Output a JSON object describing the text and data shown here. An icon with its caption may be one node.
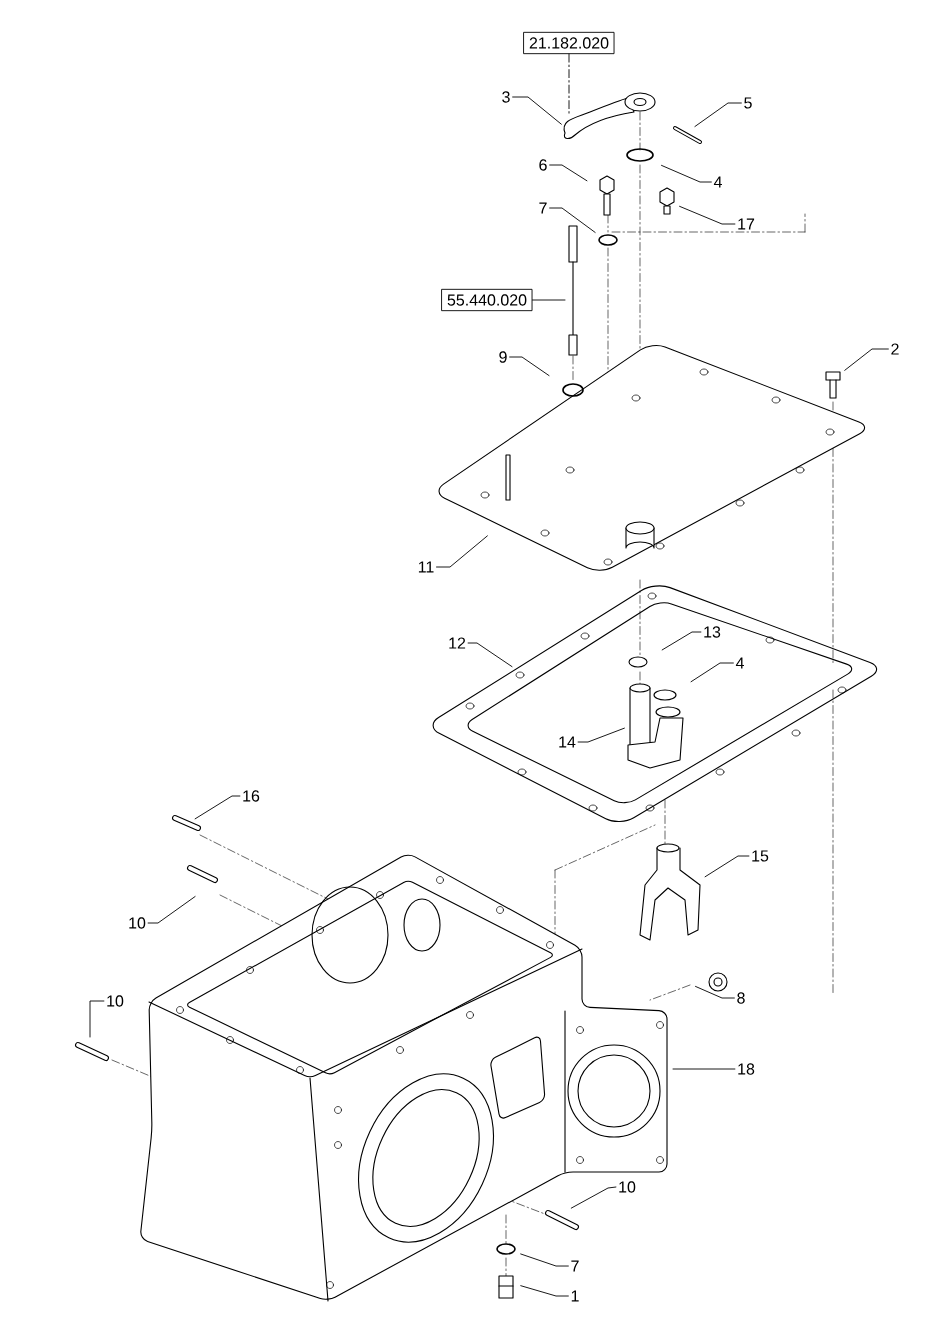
{
  "diagram": {
    "nodes": [
      {
        "text": [
          "21.182.020"
        ]
      },
      {
        "text": [
          "3"
        ]
      },
      {
        "text": [
          "5"
        ]
      },
      {
        "text": [
          "4"
        ]
      },
      {
        "text": [
          "6"
        ]
      },
      {
        "text": [
          "7"
        ]
      },
      {
        "text": [
          "17"
        ]
      },
      {
        "text": [
          "55.440.020"
        ]
      },
      {
        "text": [
          "9"
        ]
      },
      {
        "text": [
          "2"
        ]
      },
      {
        "text": [
          "11"
        ]
      },
      {
        "text": [
          "12"
        ]
      },
      {
        "text": [
          "13"
        ]
      },
      {
        "text": [
          "4"
        ]
      },
      {
        "text": [
          "14"
        ]
      },
      {
        "text": [
          "16"
        ]
      },
      {
        "text": [
          "15"
        ]
      },
      {
        "text": [
          "10"
        ]
      },
      {
        "text": [
          "8"
        ]
      },
      {
        "text": [
          "10"
        ]
      },
      {
        "text": [
          "18"
        ]
      },
      {
        "text": [
          "10"
        ]
      },
      {
        "text": [
          "7"
        ]
      },
      {
        "text": [
          "1"
        ]
      }
    ],
    "edges": [
      {
        "from": 0,
        "to": null,
        "arrow": "none",
        "style": "dashed"
      },
      {
        "from": 1,
        "to": null,
        "arrow": "none"
      },
      {
        "from": 2,
        "to": null,
        "arrow": "none"
      },
      {
        "from": 3,
        "to": null,
        "arrow": "none"
      },
      {
        "from": 4,
        "to": null,
        "arrow": "none"
      },
      {
        "from": 5,
        "to": null,
        "arrow": "none"
      },
      {
        "from": 6,
        "to": null,
        "arrow": "none"
      },
      {
        "from": 7,
        "to": null,
        "arrow": "none"
      },
      {
        "from": 8,
        "to": null,
        "arrow": "none"
      },
      {
        "from": 9,
        "to": null,
        "arrow": "none"
      },
      {
        "from": 10,
        "to": null,
        "arrow": "none"
      },
      {
        "from": 11,
        "to": null,
        "arrow": "none"
      },
      {
        "from": 12,
        "to": null,
        "arrow": "none"
      },
      {
        "from": 13,
        "to": null,
        "arrow": "none"
      },
      {
        "from": 14,
        "to": null,
        "arrow": "none"
      },
      {
        "from": 15,
        "to": null,
        "arrow": "none"
      },
      {
        "from": 16,
        "to": null,
        "arrow": "none"
      },
      {
        "from": 17,
        "to": null,
        "arrow": "none"
      },
      {
        "from": 18,
        "to": null,
        "arrow": "none"
      },
      {
        "from": 19,
        "to": null,
        "arrow": "none"
      },
      {
        "from": 20,
        "to": null,
        "arrow": "none"
      },
      {
        "from": 21,
        "to": null,
        "arrow": "none"
      },
      {
        "from": 22,
        "to": null,
        "arrow": "none"
      },
      {
        "from": 23,
        "to": null,
        "arrow": "none"
      }
    ]
  }
}
